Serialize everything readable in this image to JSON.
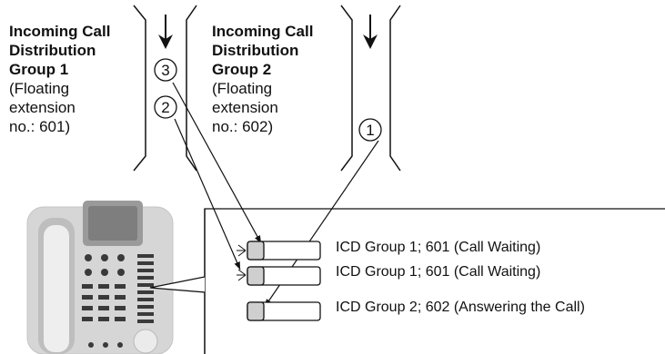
{
  "groups": [
    {
      "title": [
        "Incoming Call",
        "Distribution",
        "Group 1"
      ],
      "sub": [
        "(Floating",
        "extension",
        "no.: 601)"
      ]
    },
    {
      "title": [
        "Incoming Call",
        "Distribution",
        "Group 2"
      ],
      "sub": [
        "(Floating",
        "extension",
        "no.: 602)"
      ]
    }
  ],
  "call_markers": [
    "3",
    "2",
    "1"
  ],
  "buttons": [
    {
      "label": "ICD Group 1; 601 (Call Waiting)"
    },
    {
      "label": "ICD Group 1; 601 (Call Waiting)"
    },
    {
      "label": "ICD Group 2; 602 (Answering the Call)"
    }
  ]
}
